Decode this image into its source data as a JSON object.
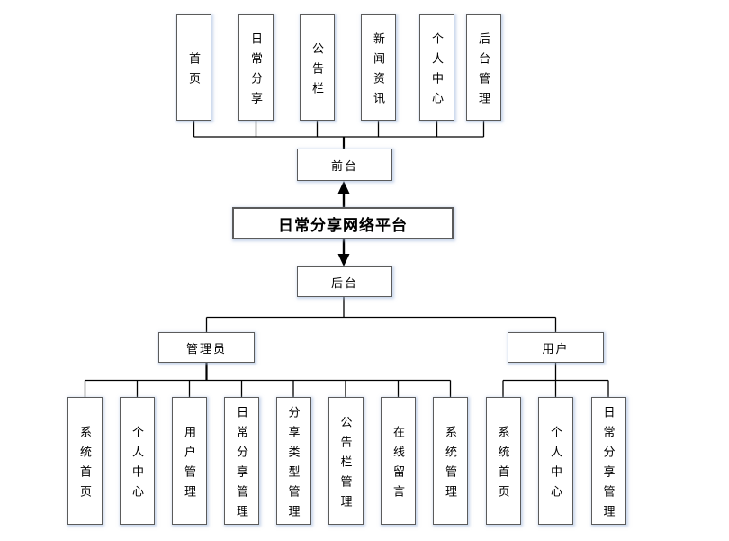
{
  "diagram": {
    "platform": {
      "label": "日常分享网络平台"
    },
    "frontend": {
      "label": "前台",
      "modules": [
        "首页",
        "日常分享",
        "公告栏",
        "新闻资讯",
        "个人中心",
        "后台管理"
      ]
    },
    "backend": {
      "label": "后台",
      "admin": {
        "label": "管理员",
        "modules": [
          "系统首页",
          "个人中心",
          "用户管理",
          "日常分享管理",
          "分享类型管理",
          "公告栏管理",
          "在线留言",
          "系统管理"
        ]
      },
      "user": {
        "label": "用户",
        "modules": [
          "系统首页",
          "个人中心",
          "日常分享管理"
        ]
      }
    }
  },
  "colors": {
    "box_border": "#5b5b5b",
    "box_fill": "#ffffff",
    "line": "#000000",
    "shadow_halo": "#99b3d9",
    "text": "#000000"
  }
}
